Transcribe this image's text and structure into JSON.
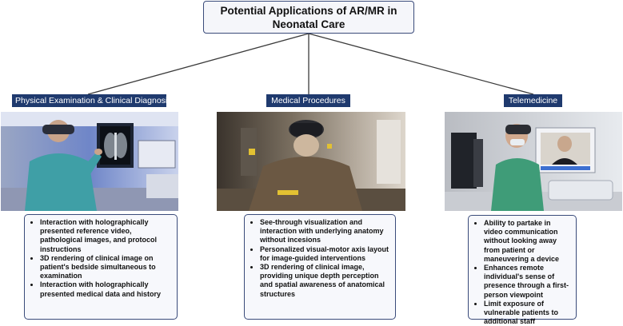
{
  "title": "Potential Applications of AR/MR in Neonatal Care",
  "colors": {
    "label_bg": "#1f3a6e",
    "border": "#3a4b7a",
    "connector": "#3b3b3b"
  },
  "categories": [
    {
      "label": "Physical Examination & Clinical Diagnosis",
      "bullets": [
        "Interaction with holographically presented reference video, pathological images, and protocol instructions",
        "3D rendering of clinical image on patient's bedside simultaneous to examination",
        "Interaction with holographically presented medical data and history"
      ]
    },
    {
      "label": "Medical Procedures",
      "bullets": [
        "See-through visualization and interaction with underlying anatomy without incesions",
        "Personalized visual-motor axis layout for image-guided interventions",
        "3D rendering of clinical image, providing unique depth perception and spatial awareness of anatomical structures"
      ]
    },
    {
      "label": "Telemedicine",
      "bullets": [
        "Ability to partake in video communication without looking away from patient or maneuvering a device",
        "Enhances remote individual's sense of presence through a first-person viewpoint",
        "Limit exposure of vulnerable patients to additional staff"
      ]
    }
  ]
}
